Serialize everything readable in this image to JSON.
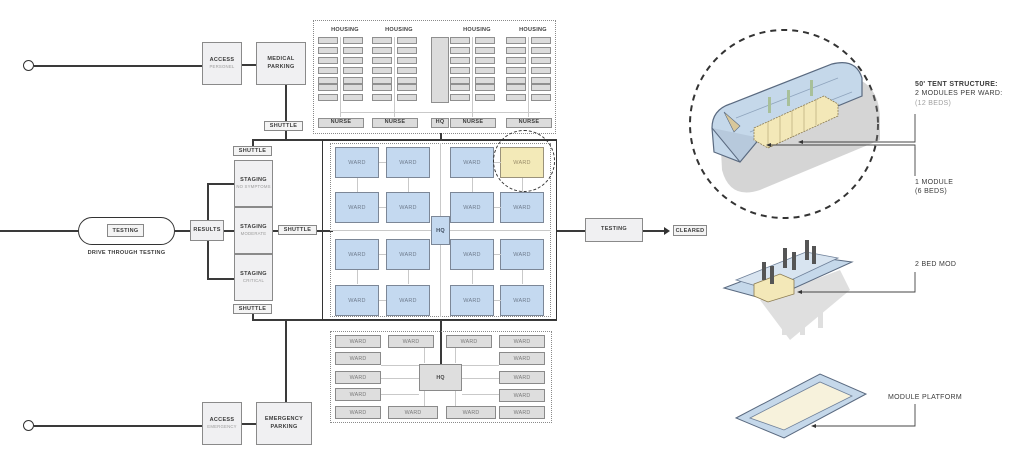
{
  "site_plan": {
    "top_access": {
      "label": "ACCESS",
      "sub": "PERSONEL"
    },
    "top_parking": {
      "label": "MEDICAL\nPARKING"
    },
    "bottom_access": {
      "label": "ACCESS",
      "sub": "EMERGENCY"
    },
    "bottom_parking": {
      "label": "EMERGENCY\nPARKING"
    },
    "shuttle_label": "SHUTTLE",
    "drive_through": {
      "inner": "TESTING",
      "caption": "DRIVE THROUGH TESTING"
    },
    "results": "RESULTS",
    "staging": [
      {
        "label": "STAGING",
        "sub": "NO SYMPTOMS"
      },
      {
        "label": "STAGING",
        "sub": "MODERATE"
      },
      {
        "label": "STAGING",
        "sub": "CRITICAL"
      }
    ],
    "housing": {
      "headers": [
        "HOUSING",
        "HOUSING",
        "HOUSING",
        "HOUSING"
      ],
      "nurse_labels": [
        "NURSE",
        "NURSE",
        "NURSE",
        "NURSE"
      ],
      "hq": "HQ"
    },
    "central_wards": {
      "ward_label": "WARD",
      "count": 16,
      "highlighted_index": 3,
      "hq": "HQ"
    },
    "lower_wards": {
      "ward_label": "WARD",
      "count": 14,
      "hq": "HQ"
    },
    "exit_testing": "TESTING",
    "cleared": "CLEARED"
  },
  "callouts": {
    "tent": {
      "title": "50' TENT STRUCTURE:",
      "line2": "2 MODULES PER WARD:",
      "line3": "(12 BEDS)"
    },
    "module": {
      "title": "1 MODULE",
      "line2": "(6 BEDS)"
    },
    "bed_mod": {
      "title": "2 BED MOD"
    },
    "platform": {
      "title": "MODULE PLATFORM"
    }
  },
  "colors": {
    "ward_blue": "#c4d9f0",
    "highlight_yellow": "#f3eab8",
    "line_dark": "#3a3a3a",
    "box_gray": "#f0f0f2"
  }
}
